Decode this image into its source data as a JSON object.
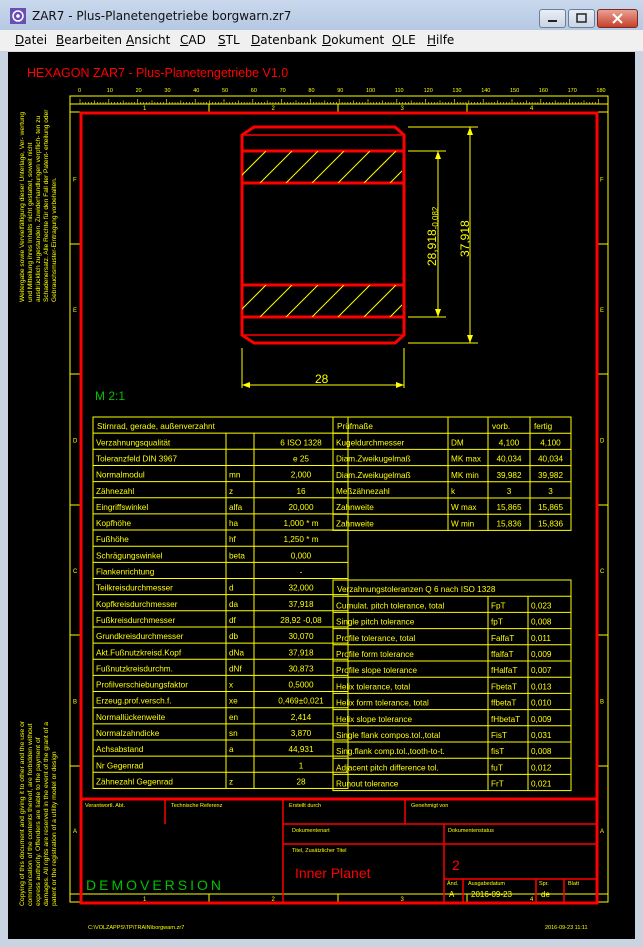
{
  "window": {
    "title": "ZAR7 - Plus-Planetengetriebe  borgwarn.zr7"
  },
  "menu": [
    "Datei",
    "Bearbeiten",
    "Ansicht",
    "CAD",
    "STL",
    "Datenbank",
    "Dokument",
    "OLE",
    "Hilfe"
  ],
  "menu_underline": [
    "D",
    "B",
    "A",
    "C",
    "S",
    "D",
    "D",
    "O",
    "H"
  ],
  "drawing": {
    "header_title": "HEXAGON   ZAR7 - Plus-Planetengetriebe  V1.0",
    "ruler_top": [
      "0",
      "10",
      "20",
      "30",
      "40",
      "50",
      "60",
      "70",
      "80",
      "90",
      "100",
      "110",
      "120",
      "130",
      "140",
      "150",
      "160",
      "170",
      "180"
    ],
    "zones_top": [
      "1",
      "2",
      "3",
      "4"
    ],
    "zones_side": [
      "F",
      "E",
      "D",
      "C",
      "B",
      "A"
    ],
    "scale": "M 2:1",
    "dim_width": "28",
    "dim_diam1": "28,918",
    "dim_diam1_tol": "-0,082",
    "dim_diam2": "37,918",
    "left_note_top": "Weitergabe sowie Vervielfältigung dieser Unterlage, Ver- wertung und Mitteilung ihres Inhalts nicht gestattet, soweit nicht ausdrücklich zugestanden. Zuwiderhandlungen verpflich- ten zu Schadenersatz. Alle Rechte für den Fall der Patent- erteilung oder Gebrauchsmuster-Eintragung vorbehalten.",
    "left_note_bottom": "Copying of this document and giving it to other and the use or communication of the contents thereof, are forbidden without express authority. Offenders are liable to the payment of damages. All rights are reserved in the event of the grant of a patent or the registration of a utility model or design",
    "footer_path": "C:\\VOLZAPPS\\TP\\TRAIN\\borgwarn.zr7",
    "footer_date": "2016-09-23 11:11"
  },
  "gear_table": {
    "header": "Stirnrad, gerade, außenverzahnt",
    "rows": [
      [
        "Verzahnungsqualität",
        "",
        "6 ISO 1328"
      ],
      [
        "Toleranzfeld DIN 3967",
        "",
        "e 25"
      ],
      [
        "Normalmodul",
        "mn",
        "2,000"
      ],
      [
        "Zähnezahl",
        "z",
        "16"
      ],
      [
        "Eingriffswinkel",
        "alfa",
        "20,000"
      ],
      [
        "Kopfhöhe",
        "ha",
        "1,000 * m"
      ],
      [
        "Fußhöhe",
        "hf",
        "1,250 * m"
      ],
      [
        "Schrägungswinkel",
        "beta",
        "0,000"
      ],
      [
        "Flankenrichtung",
        "",
        "-"
      ],
      [
        "Teilkreisdurchmesser",
        "d",
        "32,000"
      ],
      [
        "Kopfkreisdurchmesser",
        "da",
        "37,918"
      ],
      [
        "Fußkreisdurchmesser",
        "df",
        "28,92 -0,08"
      ],
      [
        "Grundkreisdurchmesser",
        "db",
        "30,070"
      ],
      [
        "Akt.Fußnutzkreisd.Kopf",
        "dNa",
        "37,918"
      ],
      [
        "Fußnutzkreisdurchm.",
        "dNf",
        "30,873"
      ],
      [
        "Profilverschiebungsfaktor",
        "x",
        "0,5000"
      ],
      [
        "Erzeug.prof.versch.f.",
        "xe",
        "0,469±0,021"
      ],
      [
        "Normallückenweite",
        "en",
        "2,414"
      ],
      [
        "Normalzahndicke",
        "sn",
        "3,870"
      ],
      [
        "Achsabstand",
        "a",
        "44,931"
      ],
      [
        "Nr Gegenrad",
        "",
        "1"
      ],
      [
        "Zähnezahl Gegenrad",
        "z",
        "28"
      ]
    ]
  },
  "pruef_table": {
    "header": [
      "Prüfmaße",
      "",
      "vorb.",
      "fertig"
    ],
    "rows": [
      [
        "Kugeldurchmesser",
        "DM",
        "4,100",
        "4,100"
      ],
      [
        "Diam.Zweikugelmaß",
        "MK max",
        "40,034",
        "40,034"
      ],
      [
        "Diam.Zweikugelmaß",
        "MK min",
        "39,982",
        "39,982"
      ],
      [
        "Meßzähnezahl",
        "k",
        "3",
        "3"
      ],
      [
        "Zahnweite",
        "W max",
        "15,865",
        "15,865"
      ],
      [
        "Zahnweite",
        "W min",
        "15,836",
        "15,836"
      ]
    ]
  },
  "tol_table": {
    "header": "Verzahnungstoleranzen Q 6 nach ISO 1328",
    "rows": [
      [
        "Cumulat. pitch tolerance, total",
        "FpT",
        "0,023"
      ],
      [
        "Single pitch tolerance",
        "fpT",
        "0,008"
      ],
      [
        "Profile tolerance, total",
        "FalfaT",
        "0,011"
      ],
      [
        "Profile form tolerance",
        "ffalfaT",
        "0,009"
      ],
      [
        "Profile slope tolerance",
        "fHalfaT",
        "0,007"
      ],
      [
        "Helix tolerance, total",
        "FbetaT",
        "0,013"
      ],
      [
        "Helix form tolerance, total",
        "ffbetaT",
        "0,010"
      ],
      [
        "Helix slope tolerance",
        "fHbetaT",
        "0,009"
      ],
      [
        "Single flank compos.tol.,total",
        "FisT",
        "0,031"
      ],
      [
        "Sing.flank comp.tol.,tooth-to-t.",
        "fisT",
        "0,008"
      ],
      [
        "Adjacent pitch difference tol.",
        "fuT",
        "0,012"
      ],
      [
        "Runout tolerance",
        "FrT",
        "0,021"
      ]
    ]
  },
  "title_block": {
    "verantw": "Verantwortl. Abt.",
    "techref": "Technische Referenz",
    "erstellt": "Erstellt durch",
    "genehmigt": "Genehmigt von",
    "dokumentart": "Dokumentenart",
    "dokstatus": "Dokumentenstatus",
    "titel_label": "Titel, Zusätzlicher Titel",
    "titel": "Inner Planet",
    "demo": "DEMOVERSION",
    "number": "2",
    "aend": "Änd.",
    "ausgabedatum": "Ausgabedatum",
    "spr": "Spr.",
    "blatt": "Blatt",
    "aend_val": "A",
    "datum_val": "2016-09-23",
    "spr_val": "de"
  },
  "colors": {
    "yellow": "#ffff00",
    "red": "#ff0000",
    "green": "#00c000",
    "white": "#ffffff"
  }
}
